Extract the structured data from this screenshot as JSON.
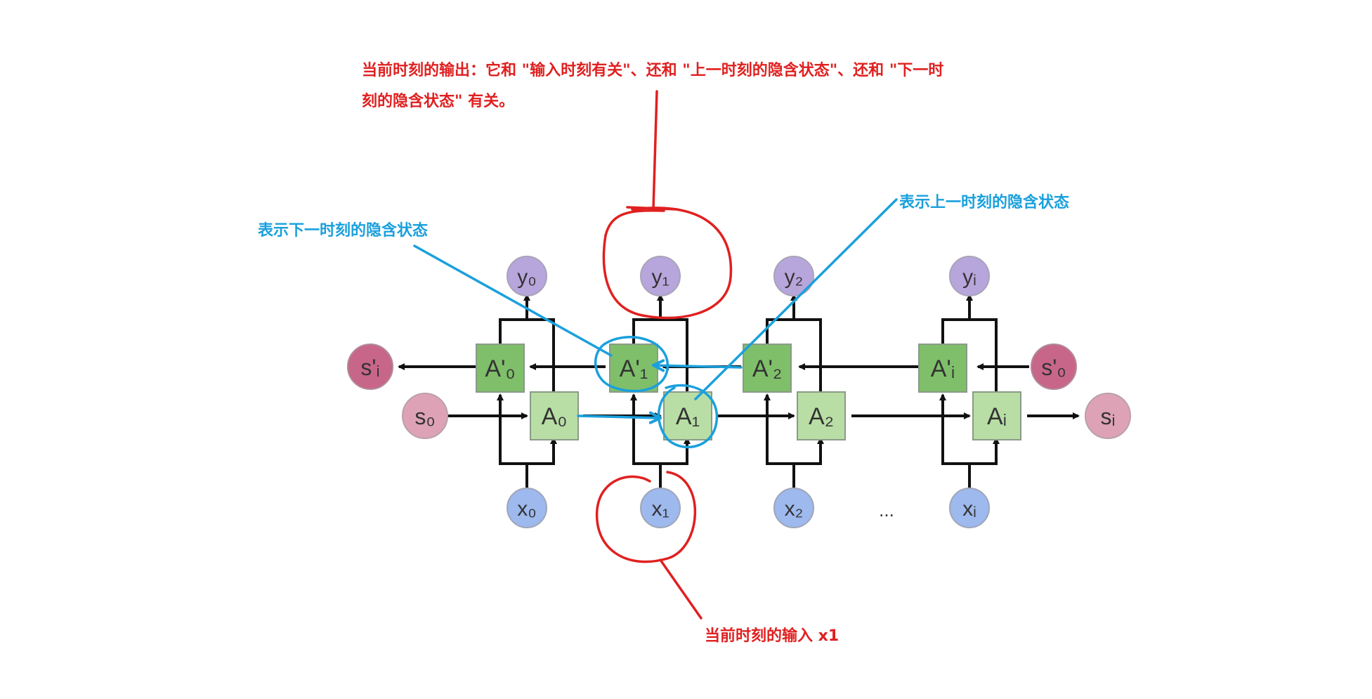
{
  "annotations": {
    "output_note_line1": "当前时刻的输出：它和 \"输入时刻有关\"、还和 \"上一时刻的隐含状态\"、还和 \"下一时",
    "output_note_line2": "刻的隐含状态\" 有关。",
    "next_state_note": "表示下一时刻的隐含状态",
    "prev_state_note": "表示上一时刻的隐含状态",
    "input_note": "当前时刻的输入 x1"
  },
  "diagram": {
    "outputs": [
      "y₀",
      "y₁",
      "y₂",
      "yᵢ"
    ],
    "inputs": [
      "x₀",
      "x₁",
      "x₂",
      "xᵢ"
    ],
    "forward_cells": [
      "A₀",
      "A₁",
      "A₂",
      "Aᵢ"
    ],
    "backward_cells": [
      "A'₀",
      "A'₁",
      "A'₂",
      "A'ᵢ"
    ],
    "s0": "s₀",
    "si": "sᵢ",
    "s_prime_i": "s'ᵢ",
    "s_prime_0": "s'₀",
    "ellipsis": "..."
  },
  "colors": {
    "annotation_red": "#e02020",
    "annotation_blue": "#1aa0dc",
    "output_node": "#b7a6dc",
    "input_node": "#9db9ee",
    "forward_cell": "#b8dea5",
    "backward_cell": "#7fbf6a",
    "state_node_pink": "#dea2b6",
    "state_node_dark": "#c8668a"
  }
}
